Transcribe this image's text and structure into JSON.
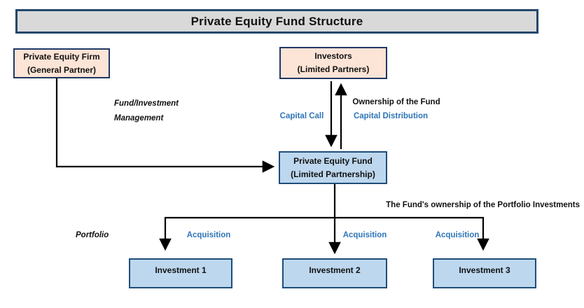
{
  "title": "Private Equity Fund Structure",
  "nodes": {
    "firm": {
      "line1": "Private Equity Firm",
      "line2": "(General Partner)"
    },
    "investors": {
      "line1": "Investors",
      "line2": "(Limited Partners)"
    },
    "fund": {
      "line1": "Private Equity Fund",
      "line2": "(Limited Partnership)"
    },
    "investments": [
      {
        "label": "Investment 1"
      },
      {
        "label": "Investment 2"
      },
      {
        "label": "Investment 3"
      }
    ]
  },
  "labels": {
    "management_line1": "Fund/Investment",
    "management_line2": "Management",
    "capital_call": "Capital Call",
    "ownership_of_fund": "Ownership of the Fund",
    "capital_distribution": "Capital Distribution",
    "fund_ownership_portfolio": "The Fund's ownership of the Portfolio Investments",
    "portfolio": "Portfolio",
    "acquisitions": [
      "Acquisition",
      "Acquisition",
      "Acquisition"
    ]
  },
  "colors": {
    "title_fill": "#d9d9d9",
    "title_border": "#24476b",
    "partner_box_fill": "#fce4d6",
    "partner_box_border": "#1f3864",
    "fund_box_fill": "#bdd7ee",
    "fund_box_border": "#1f4e79",
    "accent_blue_text": "#2e75b6",
    "arrow_color": "#000000",
    "text_color": "#111111"
  }
}
